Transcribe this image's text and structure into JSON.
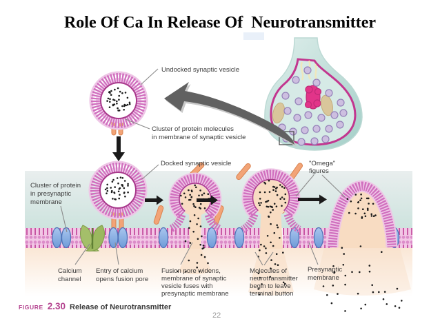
{
  "slide": {
    "title": "Role Of Ca In Release Of  Neurotransmitter",
    "page_number": "22"
  },
  "figure_caption": {
    "figure_word": "FIGURE",
    "figure_number": "2.30",
    "caption_text": "Release of Neurotransmitter"
  },
  "diagram": {
    "labels": {
      "undocked_vesicle": {
        "lines": [
          "Undocked synaptic vesicle"
        ]
      },
      "cluster_vesicle_protein": {
        "lines": [
          "Cluster of protein molecules",
          "in membrane of synaptic vesicle"
        ]
      },
      "docked_vesicle": {
        "lines": [
          "Docked synaptic vesicle"
        ]
      },
      "omega_figures": {
        "lines": [
          "\"Omega\"",
          "figures"
        ]
      },
      "cluster_presynaptic_protein": {
        "lines": [
          "Cluster of protein",
          "in presynaptic",
          "membrane"
        ]
      },
      "calcium_channel": {
        "lines": [
          "Calcium",
          "channel"
        ]
      },
      "entry_calcium": {
        "lines": [
          "Entry of calcium",
          "opens fusion pore"
        ]
      },
      "fusion_pore": {
        "lines": [
          "Fusion pore widens,",
          "membrane of synaptic",
          "vesicle fuses with",
          "presynaptic membrane"
        ]
      },
      "molecules_neurotransmitter": {
        "lines": [
          "Molecules of",
          "neurotransmitter",
          "begin to leave",
          "terminal button"
        ]
      },
      "presynaptic_membrane": {
        "lines": [
          "Presynaptic",
          "membrane"
        ]
      }
    },
    "colors": {
      "vesicle_membrane_pink": "#d06fbe",
      "membrane_stripe_magenta": "#c2469b",
      "protein_blue": "#7ea9dd",
      "channel_green": "#a4bf6a",
      "rod_orange": "#f2a477",
      "terminal_teal": "#abd4cd",
      "terminal_outline_magenta": "#c2368f",
      "neurotransmitter_dot": "#1c1c1c",
      "caption_magenta": "#b4438f",
      "interior_peach": "#f7d9bd"
    }
  }
}
